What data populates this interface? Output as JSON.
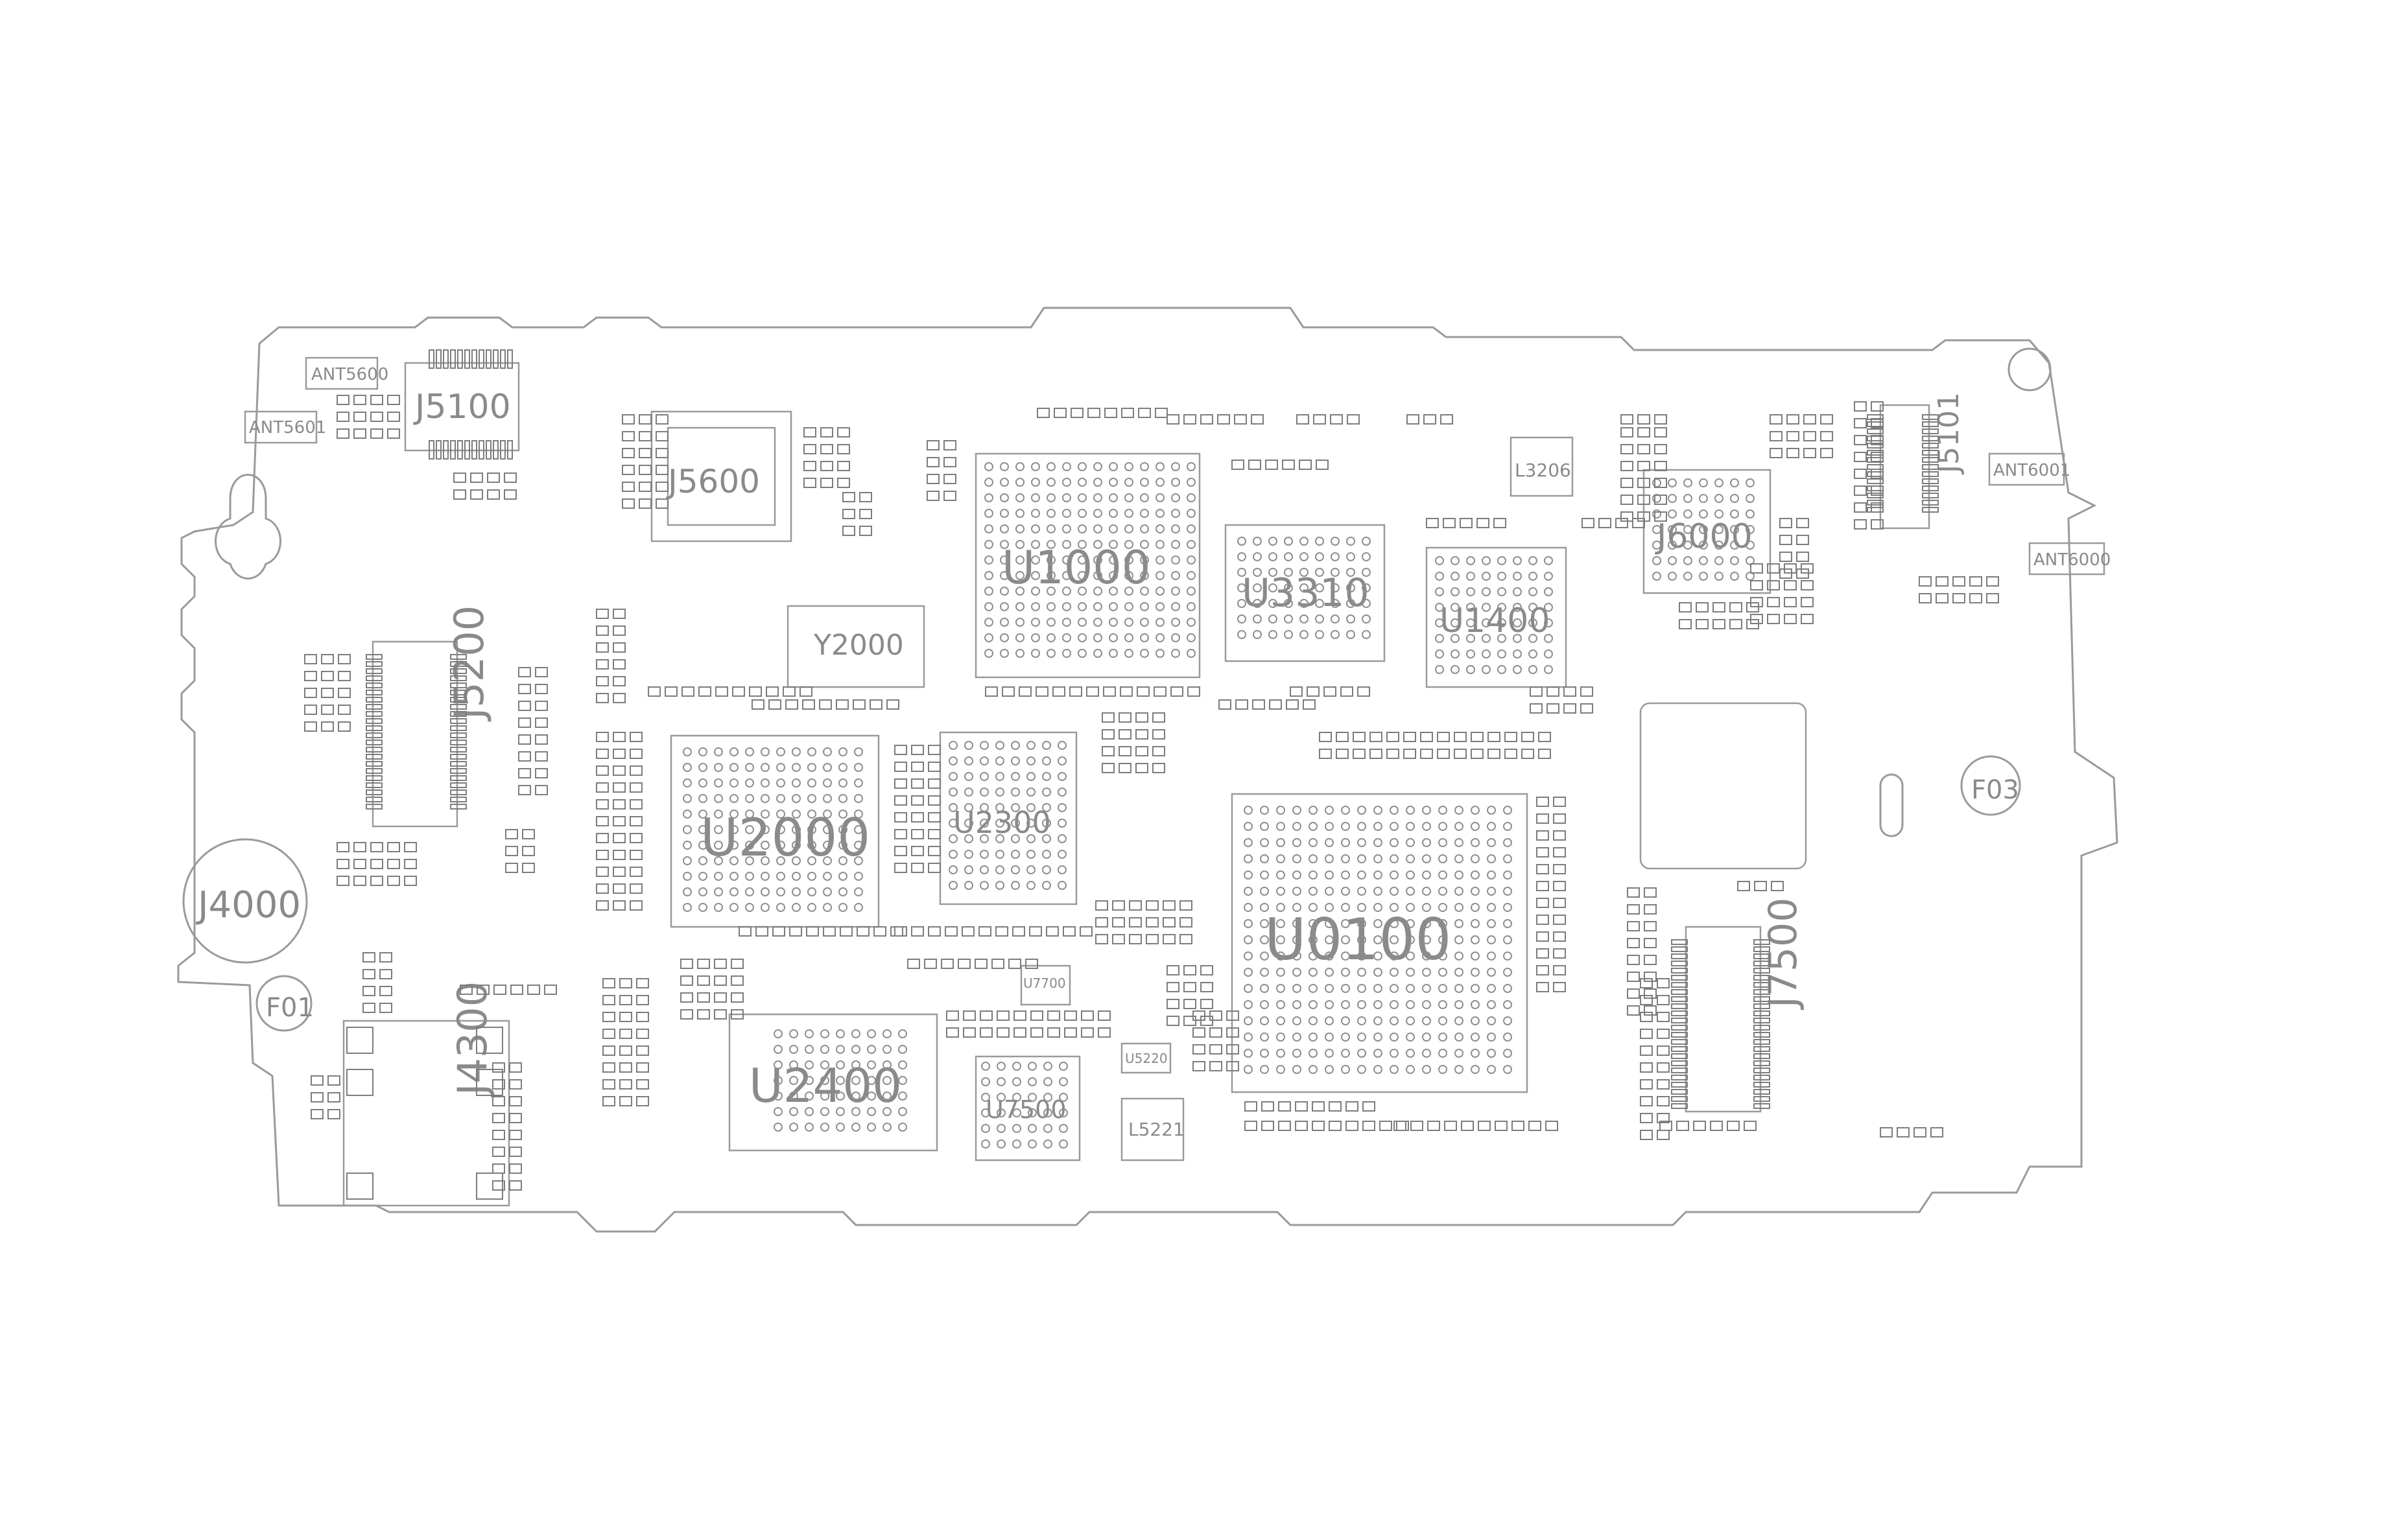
{
  "labels": {
    "ant5600": "ANT5600",
    "ant5601": "ANT5601",
    "j5100": "J5100",
    "j5600": "J5600",
    "u1000": "U1000",
    "u3310": "U3310",
    "u1400": "U1400",
    "l3206": "L3206",
    "j6000": "J6000",
    "j5101": "J5101",
    "ant6001": "ANT6001",
    "ant6000": "ANT6000",
    "y2000": "Y2000",
    "j5200": "J5200",
    "u2000": "U2000",
    "u2300": "U2300",
    "u0100": "U0100",
    "j4000": "J4000",
    "f01": "F01",
    "f03": "F03",
    "u2400": "U2400",
    "u7500": "U7500",
    "l5221": "L5221",
    "u5220": "U5220",
    "j7500": "J7500",
    "j4300": "J4300",
    "u7700": "U7700"
  },
  "colors": {
    "line": "#9a9a9a",
    "background": "#ffffff"
  }
}
